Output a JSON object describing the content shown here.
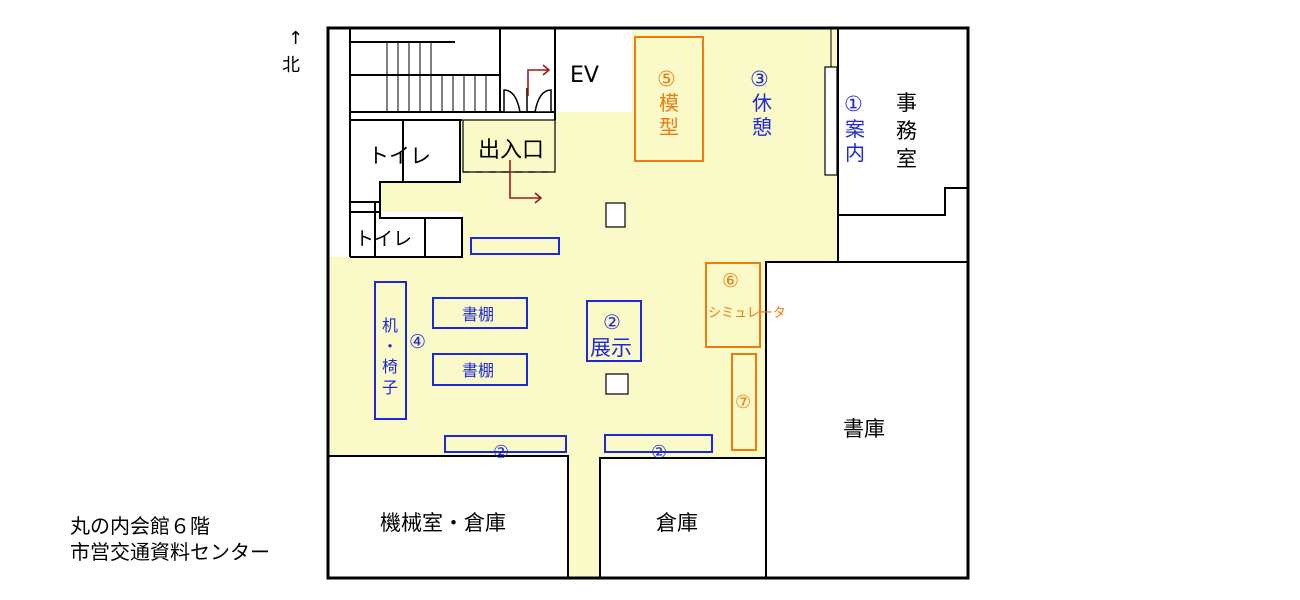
{
  "compass": {
    "arrow": "↑",
    "label": "北"
  },
  "caption": {
    "line1": "丸の内会館６階",
    "line2": "市営交通資料センター"
  },
  "rooms": {
    "ev": "EV",
    "entrance": "出入口",
    "toilet_upper": "トイレ",
    "toilet_lower": "トイレ",
    "office": [
      "事",
      "務",
      "室"
    ],
    "archive": "書庫",
    "machine_room": "機械室・倉庫",
    "storage": "倉庫"
  },
  "exhibits": {
    "info": {
      "num": "①",
      "chars": [
        "案",
        "内"
      ]
    },
    "display": {
      "num": "②",
      "label": "展示"
    },
    "display_bottom_left": {
      "num": "②"
    },
    "display_bottom_right": {
      "num": "②"
    },
    "rest": {
      "num": "③",
      "chars": [
        "休",
        "憩"
      ]
    },
    "desk": {
      "num": "④",
      "chars": [
        "机",
        "・",
        "椅",
        "子"
      ]
    },
    "bookshelf_1": "書棚",
    "bookshelf_2": "書棚",
    "model": {
      "num": "⑤",
      "chars": [
        "模",
        "型"
      ]
    },
    "simulator": {
      "num": "⑥",
      "label": "シミュレータ"
    },
    "item7": {
      "num": "⑦"
    }
  },
  "colors": {
    "floor": "#fafac8",
    "walls": "#000000",
    "exhibit_blue": "#1f28d8",
    "exhibit_orange": "#ee7a10",
    "flow_arrow": "#a01818"
  }
}
